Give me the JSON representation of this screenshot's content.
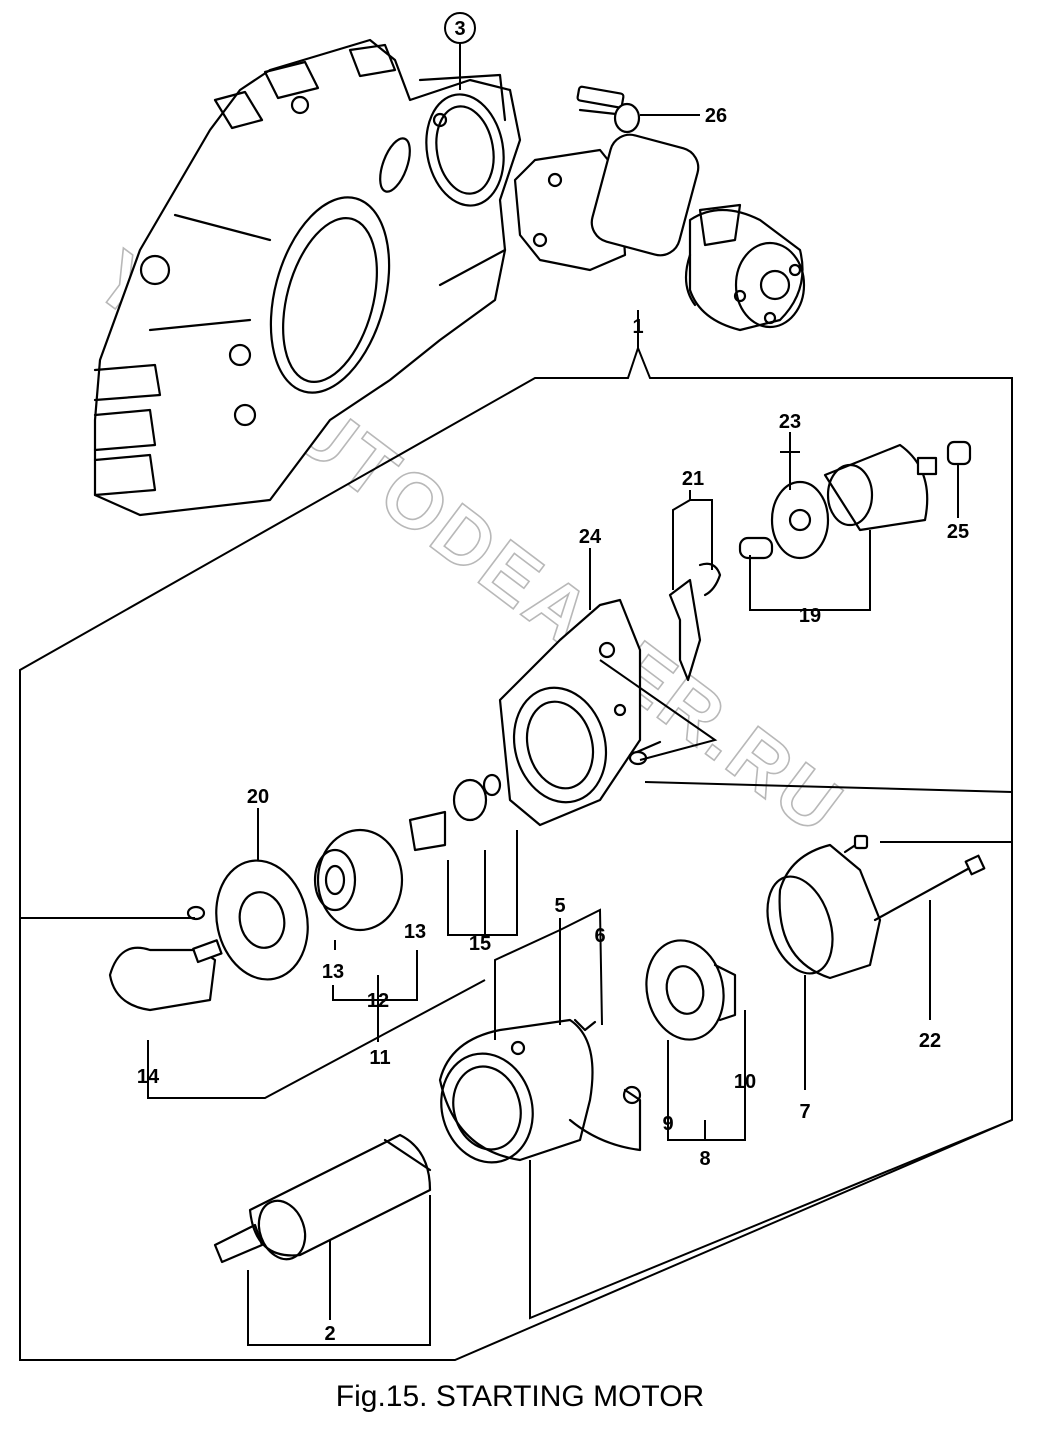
{
  "caption": "Fig.15.  STARTING MOTOR",
  "watermark": "YCT.AUTODEALER.RU",
  "circled_callout": "3",
  "callouts": {
    "c1": "1",
    "c2": "2",
    "c5": "5",
    "c6": "6",
    "c7": "7",
    "c8": "8",
    "c9": "9",
    "c10": "10",
    "c11": "11",
    "c12": "12",
    "c13a": "13",
    "c13b": "13",
    "c14": "14",
    "c15": "15",
    "c19": "19",
    "c20": "20",
    "c21": "21",
    "c22": "22",
    "c23": "23",
    "c24": "24",
    "c25": "25",
    "c26": "26"
  }
}
